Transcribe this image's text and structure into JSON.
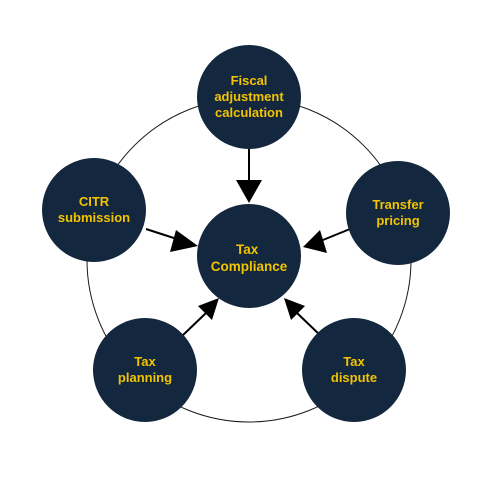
{
  "colors": {
    "node_fill": "#13283f",
    "label_text": "#f3c300",
    "ring_stroke": "#1a1a1a",
    "arrow": "#000000",
    "background": "#ffffff"
  },
  "center": {
    "lines": [
      "Tax",
      "Compliance"
    ]
  },
  "nodes": [
    {
      "id": "fiscal-adjustment-calculation",
      "lines": [
        "Fiscal",
        "adjustment",
        "calculation"
      ]
    },
    {
      "id": "transfer-pricing",
      "lines": [
        "Transfer",
        "pricing"
      ]
    },
    {
      "id": "tax-dispute",
      "lines": [
        "Tax",
        "dispute"
      ]
    },
    {
      "id": "tax-planning",
      "lines": [
        "Tax",
        "planning"
      ]
    },
    {
      "id": "citr-submission",
      "lines": [
        "CITR",
        "submission"
      ]
    }
  ]
}
